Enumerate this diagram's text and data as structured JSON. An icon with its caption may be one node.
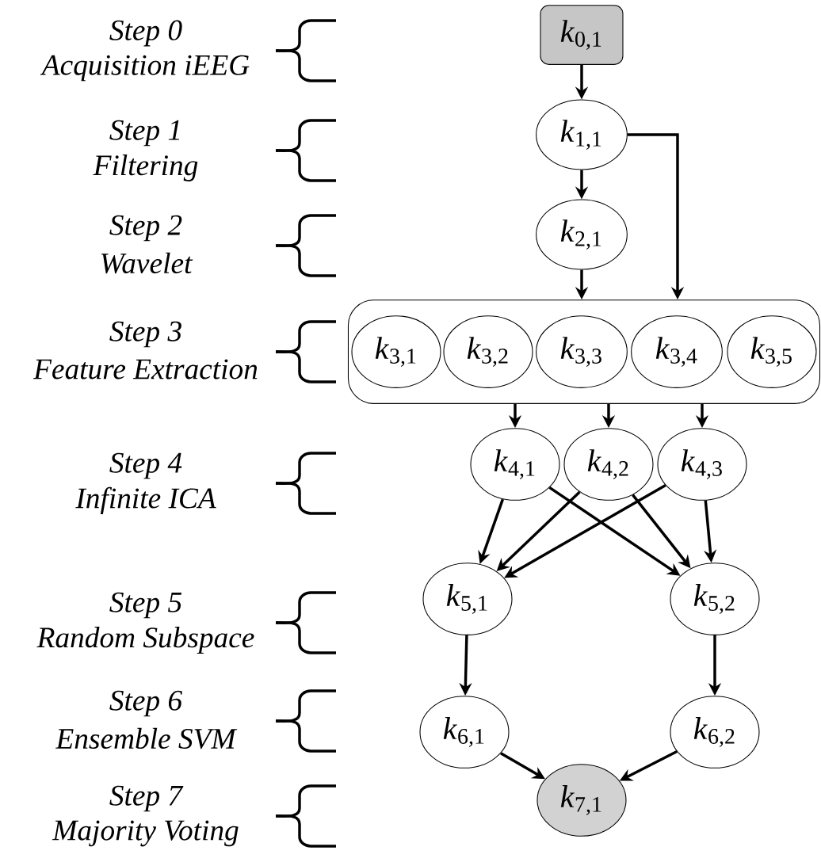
{
  "diagram": {
    "nodes": [
      {
        "text": [
          "*k*$_{0,1}$"
        ]
      },
      {
        "text": [
          "*k*$_{1,1}$"
        ]
      },
      {
        "text": [
          "*k*$_{2,1}$"
        ]
      },
      {
        "text": [],
        "shape": "box"
      },
      {
        "text": [
          "*k*$_{3,1}$"
        ],
        "in": 3
      },
      {
        "text": [
          "*k*$_{3,2}$"
        ],
        "in": 3
      },
      {
        "text": [
          "*k*$_{3,3}$"
        ],
        "in": 3
      },
      {
        "text": [
          "*k*$_{3,4}$"
        ],
        "in": 3
      },
      {
        "text": [
          "*k*$_{3,5}$"
        ],
        "in": 3
      },
      {
        "text": [
          "*k*$_{4,1}$"
        ]
      },
      {
        "text": [
          "*k*$_{4,2}$"
        ]
      },
      {
        "text": [
          "*k*$_{4,3}$"
        ]
      },
      {
        "text": [
          "*k*$_{5,1}$"
        ]
      },
      {
        "text": [
          "*k*$_{5,2}$"
        ]
      },
      {
        "text": [
          "*k*$_{6,1}$"
        ]
      },
      {
        "text": [
          "*k*$_{6,2}$"
        ]
      },
      {
        "text": [
          "*k*$_{7,1}$"
        ]
      }
    ],
    "edges": [
      {
        "from": 0,
        "to": 1,
        "arrow": "to"
      },
      {
        "from": 1,
        "to": 2,
        "arrow": "to"
      },
      {
        "from": 2,
        "to": 3,
        "arrow": "to"
      },
      {
        "from": 1,
        "to": 3,
        "arrow": "to"
      },
      {
        "from": 3,
        "to": 9,
        "arrow": "to"
      },
      {
        "from": 3,
        "to": 10,
        "arrow": "to"
      },
      {
        "from": 3,
        "to": 11,
        "arrow": "to"
      },
      {
        "from": 9,
        "to": 12,
        "arrow": "to"
      },
      {
        "from": 9,
        "to": 13,
        "arrow": "to"
      },
      {
        "from": 10,
        "to": 12,
        "arrow": "to"
      },
      {
        "from": 10,
        "to": 13,
        "arrow": "to"
      },
      {
        "from": 11,
        "to": 12,
        "arrow": "to"
      },
      {
        "from": 11,
        "to": 13,
        "arrow": "to"
      },
      {
        "from": 12,
        "to": 14,
        "arrow": "to"
      },
      {
        "from": 13,
        "to": 15,
        "arrow": "to"
      },
      {
        "from": 14,
        "to": 16,
        "arrow": "to"
      },
      {
        "from": 15,
        "to": 16,
        "arrow": "to"
      }
    ],
    "labels": [
      "Step 0",
      "Acquisition iEEG",
      "Step 1",
      "Filtering",
      "Step 2",
      "Wavelet",
      "Step 3",
      "Feature Extraction",
      "Step 4",
      "Infinite ICA",
      "Step 5",
      "Random Subspace",
      "Step 6",
      "Ensemble SVM",
      "Step 7",
      "Majority Voting"
    ]
  }
}
